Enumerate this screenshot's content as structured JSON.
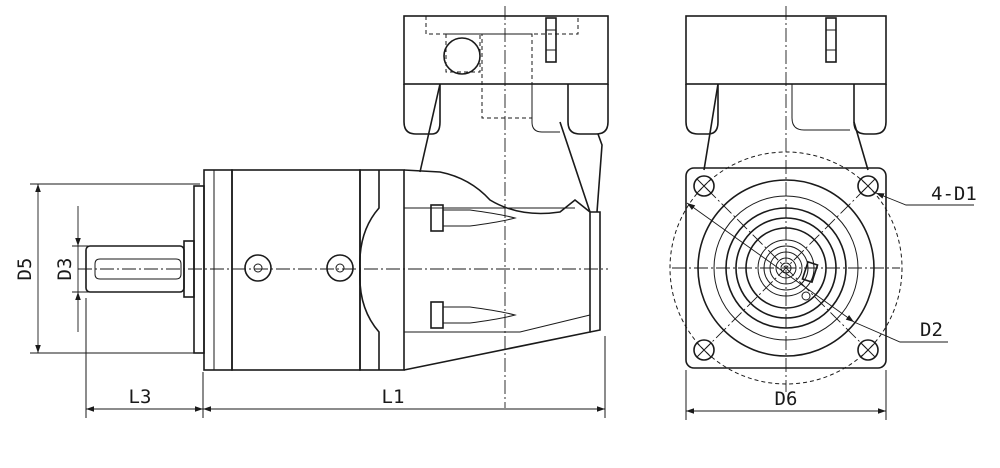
{
  "dimension_labels": {
    "d5": "D5",
    "d3": "D3",
    "l3": "L3",
    "l1": "L1",
    "d6": "D6",
    "d1": "4-D1",
    "d2": "D2"
  },
  "colors": {
    "line": "#1a1a1a",
    "background": "#ffffff"
  }
}
